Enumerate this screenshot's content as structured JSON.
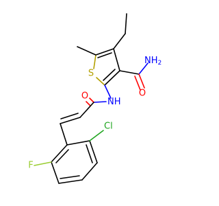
{
  "molecule": {
    "atoms": {
      "sulfur": {
        "symbol": "S",
        "color": "#b3a000"
      },
      "amide_n": {
        "symbol": "N",
        "hydrogen": "H",
        "color": "#0000ff"
      },
      "carbonyl_o_left": {
        "symbol": "O",
        "color": "#ff0000"
      },
      "carbonyl_o_right": {
        "symbol": "O",
        "color": "#ff0000"
      },
      "amine": {
        "symbol": "NH",
        "subscript": "2",
        "color": "#0000ff"
      },
      "fluorine": {
        "symbol": "F",
        "color": "#9acd32"
      },
      "chlorine": {
        "symbol": "Cl",
        "color": "#1fa51f"
      }
    }
  }
}
